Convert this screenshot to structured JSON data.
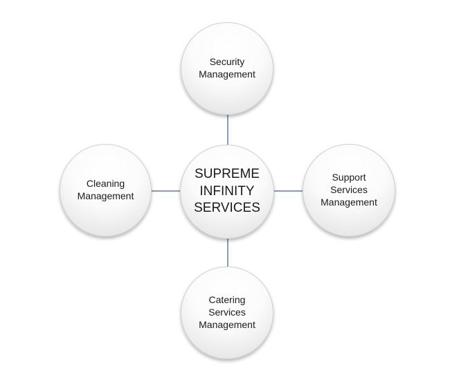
{
  "diagram": {
    "center": {
      "lines": [
        "SUPREME",
        "INFINITY",
        "SERVICES"
      ]
    },
    "nodes": {
      "top": {
        "lines": [
          "Security",
          "Management"
        ]
      },
      "left": {
        "lines": [
          "Cleaning",
          "Management"
        ]
      },
      "right": {
        "lines": [
          "Support",
          "Services",
          "Management"
        ]
      },
      "bottom": {
        "lines": [
          "Catering",
          "Services",
          "Management"
        ]
      }
    },
    "colors": {
      "connector": "#7f9ec0",
      "node_fill": "#f4f4f4",
      "text": "#1a1a1a"
    }
  }
}
